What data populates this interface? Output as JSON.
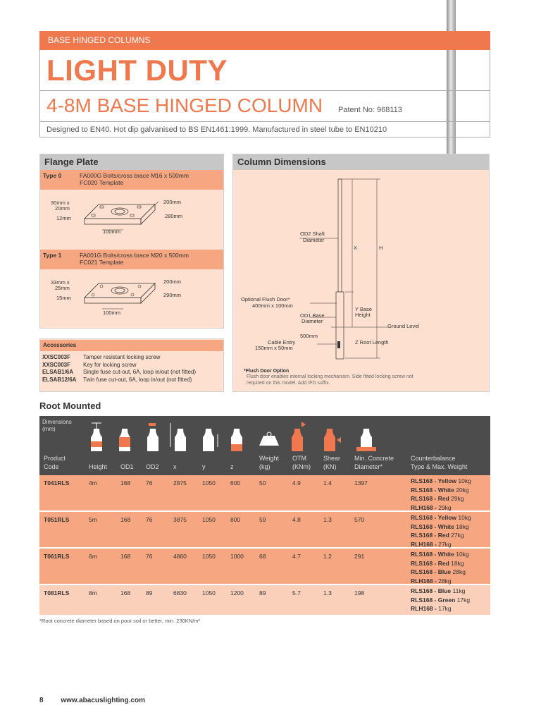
{
  "header": {
    "category": "BASE HINGED COLUMNS",
    "title": "LIGHT DUTY",
    "subtitle": "4-8M BASE HINGED COLUMN",
    "patent": "Patent No: 968113",
    "description": "Designed to EN40. Hot dip galvanised to BS EN1461:1999. Manufactured in steel tube to EN10210"
  },
  "flange": {
    "title": "Flange Plate",
    "type0": {
      "label": "Type 0",
      "line1": "FA000G  Bolts/cross brace M16 x 500mm",
      "line2": "FC020    Template",
      "dims": {
        "a": "30mm x",
        "b": "20mm",
        "c": "12mm",
        "d": "200mm",
        "e": "280mm",
        "f": "100mm"
      }
    },
    "type1": {
      "label": "Type 1",
      "line1": "FA001G  Bolts/cross brace M20 x 500mm",
      "line2": "FC021    Template",
      "dims": {
        "a": "33mm x",
        "b": "25mm",
        "c": "15mm",
        "d": "200mm",
        "e": "290mm",
        "f": "100mm"
      }
    },
    "accessories_title": "Accessories",
    "accessories": [
      {
        "code": "XXSC003F",
        "text": "Tamper resistant locking screw"
      },
      {
        "code": "XXSC003F",
        "text": "Key for locking screw"
      },
      {
        "code": "ELSAB1/6A",
        "text": "Single fuse cut-out, 6A, loop in/out (not fitted)"
      },
      {
        "code": "ELSAB12/6A",
        "text": "Twin fuse cut-out, 6A, loop in/out (not fitted)"
      }
    ]
  },
  "column": {
    "title": "Column Dimensions",
    "labels": {
      "od2": "OD2 Shaft",
      "od2b": "Diameter",
      "x": "X",
      "h": "H",
      "door": "Optional Flush Door*",
      "door2": "400mm x 100mm",
      "od1": "OD1 Base",
      "od1b": "Diameter",
      "ybase": "Y Base",
      "ybase2": "Height",
      "ground": "Ground Level",
      "mm500": "500mm",
      "cable": "Cable Entry",
      "cable2": "150mm x 50mm",
      "zroot": "Z Root Length"
    },
    "note_title": "*Flush Door Option",
    "note": "Flush door enables internal locking mechanism. Side fitted locking screw not required on this model. Add /FD suffix."
  },
  "root": {
    "title": "Root Mounted",
    "dims_label": "Dimensions (mm)",
    "headers": {
      "code1": "Product",
      "code2": "Code",
      "height": "Height",
      "od1": "OD1",
      "od2": "OD2",
      "x": "x",
      "y": "y",
      "z": "z",
      "weight1": "Weight",
      "weight2": "(kg)",
      "otm1": "OTM",
      "otm2": "(KNm)",
      "shear1": "Shear",
      "shear2": "(KN)",
      "conc1": "Min. Concrete",
      "conc2": "Diameter*",
      "cb1": "Counterbalance",
      "cb2": "Type & Max. Weight"
    },
    "rows": [
      {
        "code": "T041RLS",
        "height": "4m",
        "od1": "168",
        "od2": "76",
        "x": "2875",
        "y": "1050",
        "z": "600",
        "weight": "50",
        "otm": "4.9",
        "shear": "1.4",
        "conc": "1397",
        "cb": [
          {
            "name": "RLS168 - Yellow",
            "w": "10kg"
          },
          {
            "name": "RLS168 - White",
            "w": "20kg"
          },
          {
            "name": "RLS168 - Red",
            "w": "29kg"
          },
          {
            "name": "RLH168 -",
            "w": "29kg"
          }
        ]
      },
      {
        "code": "T051RLS",
        "height": "5m",
        "od1": "168",
        "od2": "76",
        "x": "3875",
        "y": "1050",
        "z": "800",
        "weight": "59",
        "otm": "4.8",
        "shear": "1.3",
        "conc": "570",
        "cb": [
          {
            "name": "RLS168 - Yellow",
            "w": "10kg"
          },
          {
            "name": "RLS168 - White",
            "w": "18kg"
          },
          {
            "name": "RLS168 - Red",
            "w": "27kg"
          },
          {
            "name": "RLH168 -",
            "w": "27kg"
          }
        ]
      },
      {
        "code": "T061RLS",
        "height": "6m",
        "od1": "168",
        "od2": "76",
        "x": "4860",
        "y": "1050",
        "z": "1000",
        "weight": "68",
        "otm": "4.7",
        "shear": "1.2",
        "conc": "291",
        "cb": [
          {
            "name": "RLS168 - White",
            "w": "10kg"
          },
          {
            "name": "RLS168 - Red",
            "w": "18kg"
          },
          {
            "name": "RLS168 - Blue",
            "w": "28kg"
          },
          {
            "name": "RLH168 -",
            "w": "28kg"
          }
        ]
      },
      {
        "code": "T081RLS",
        "height": "8m",
        "od1": "168",
        "od2": "89",
        "x": "6830",
        "y": "1050",
        "z": "1200",
        "weight": "89",
        "otm": "5.7",
        "shear": "1.3",
        "conc": "198",
        "cb": [
          {
            "name": "RLS168 - Blue",
            "w": "11kg"
          },
          {
            "name": "RLS168 - Green",
            "w": "17kg"
          },
          {
            "name": "RLH168 -",
            "w": "17kg"
          }
        ]
      }
    ],
    "footnote": "*Root concrete diameter based on poor soil or better, min. 230KN/m²"
  },
  "footer": {
    "page": "8",
    "url": "www.abacuslighting.com"
  },
  "colors": {
    "accent": "#f0784e",
    "row": "#f6a781",
    "panel": "#fde0cf",
    "dark": "#4d4c4c"
  }
}
